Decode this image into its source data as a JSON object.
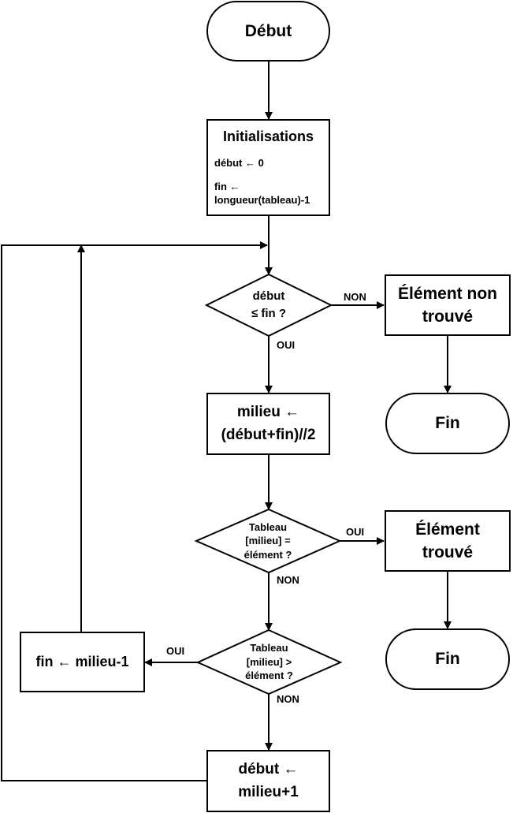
{
  "start": "Début",
  "init": {
    "title": "Initialisations",
    "line1": "début ← 0",
    "line2": "fin ←",
    "line3": "longueur(tableau)-1"
  },
  "cond1": {
    "line1": "début",
    "line2": "≤ fin ?"
  },
  "not_found": {
    "line1": "Élément non",
    "line2": "trouvé"
  },
  "end1": "Fin",
  "middle": {
    "line1": "milieu ←",
    "line2": "(début+fin)//2"
  },
  "cond2": {
    "line1": "Tableau",
    "line2": "[milieu] =",
    "line3": "élément ?"
  },
  "found": {
    "line1": "Élément",
    "line2": "trouvé"
  },
  "end2": "Fin",
  "cond3": {
    "line1": "Tableau",
    "line2": "[milieu] >",
    "line3": "élément ?"
  },
  "set_end": "fin ← milieu-1",
  "set_start": {
    "line1": "début ←",
    "line2": "milieu+1"
  },
  "labels": {
    "c1_no": "NON",
    "c1_yes": "OUI",
    "c2_yes": "OUI",
    "c2_no": "NON",
    "c3_yes": "OUI",
    "c3_no": "NON"
  }
}
